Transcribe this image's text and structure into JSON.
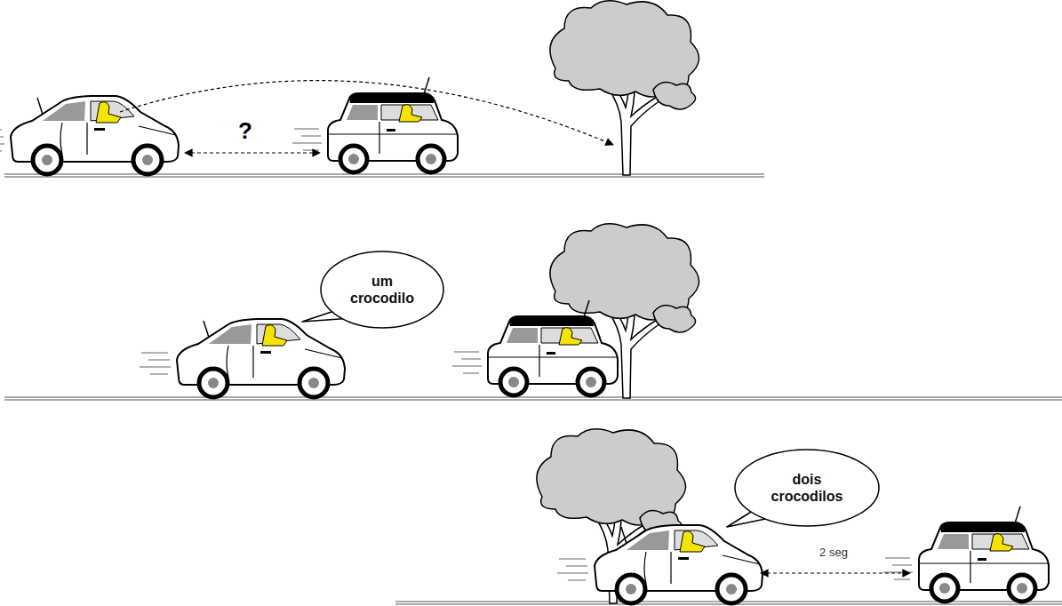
{
  "diagram": {
    "nodes": [
      {
        "text": [
          "um crocodilo"
        ]
      },
      {
        "text": [
          "dois crocodilos"
        ]
      }
    ],
    "labels": [
      "?",
      "2 seg"
    ]
  }
}
